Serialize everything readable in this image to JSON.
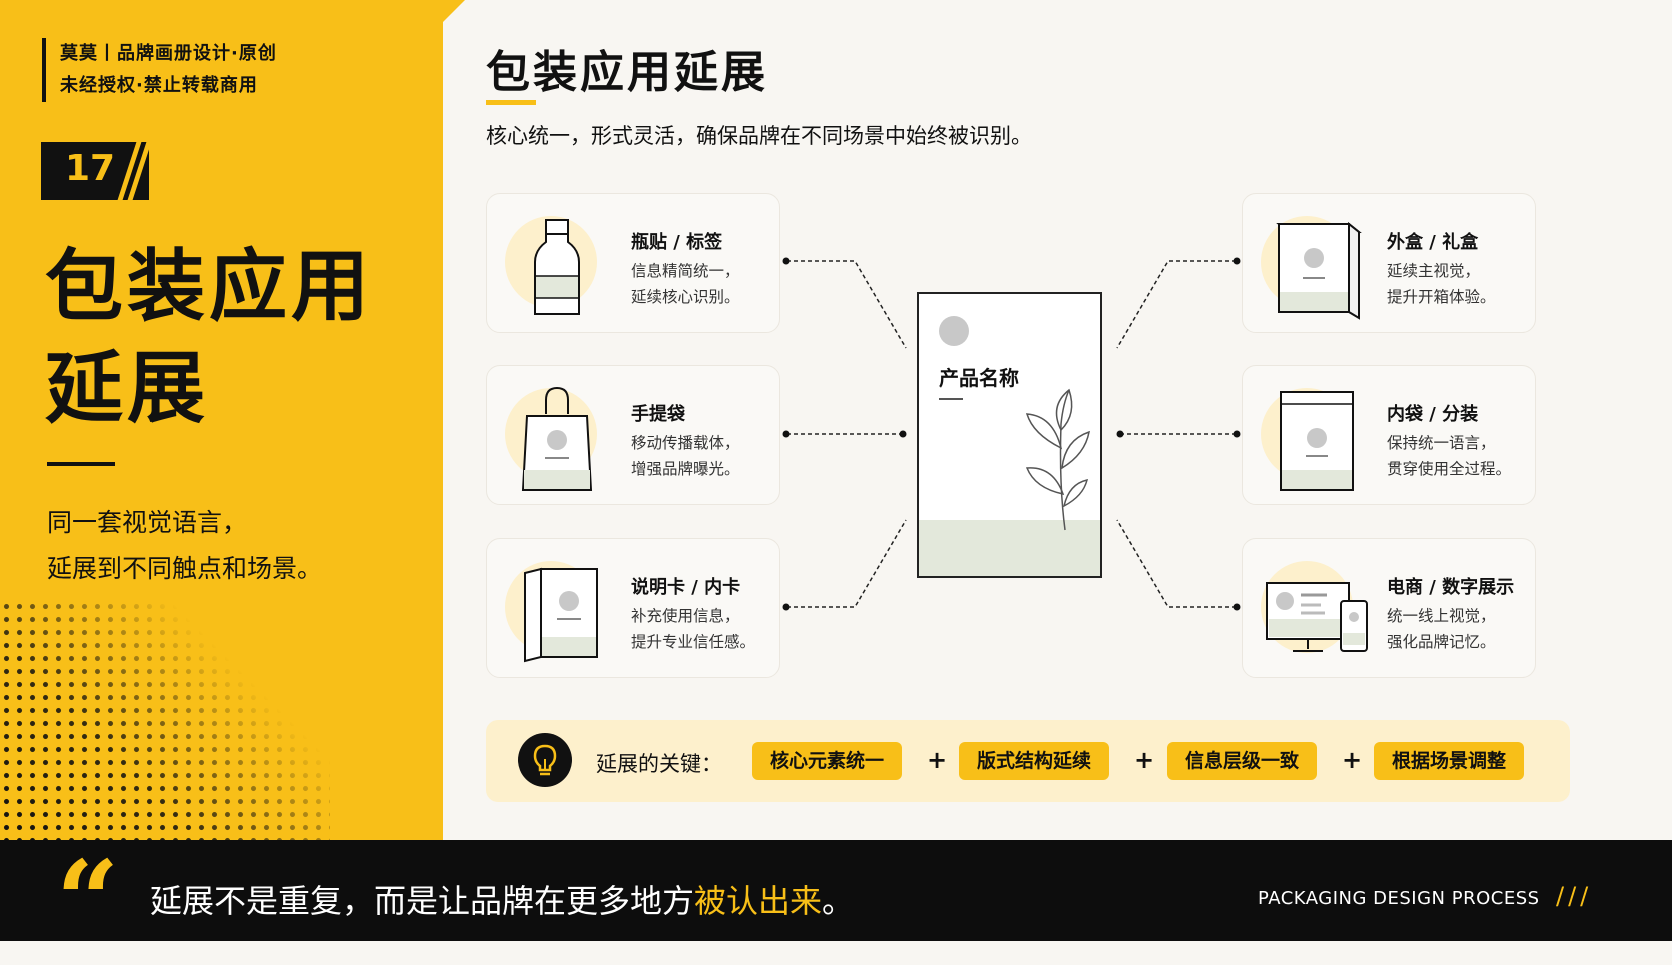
{
  "brand": {
    "line1": "莫莫丨品牌画册设计·原创",
    "line2": "未经授权·禁止转载商用"
  },
  "section_number": "17",
  "left": {
    "title_line1": "包装应用",
    "title_line2": "延展",
    "subtitle_line1": "同一套视觉语言，",
    "subtitle_line2": "延展到不同触点和场景。"
  },
  "main": {
    "title": "包装应用延展",
    "subtitle": "核心统一，形式灵活，确保品牌在不同场景中始终被识别。"
  },
  "center_product": {
    "name": "产品名称"
  },
  "cards_left": [
    {
      "title": "瓶贴 / 标签",
      "desc1": "信息精简统一，",
      "desc2": "延续核心识别。",
      "icon": "bottle-icon"
    },
    {
      "title": "手提袋",
      "desc1": "移动传播载体，",
      "desc2": "增强品牌曝光。",
      "icon": "shopping-bag-icon"
    },
    {
      "title": "说明卡 / 内卡",
      "desc1": "补充使用信息，",
      "desc2": "提升专业信任感。",
      "icon": "folded-card-icon"
    }
  ],
  "cards_right": [
    {
      "title": "外盒 / 礼盒",
      "desc1": "延续主视觉，",
      "desc2": "提升开箱体验。",
      "icon": "gift-box-icon"
    },
    {
      "title": "内袋 / 分装",
      "desc1": "保持统一语言，",
      "desc2": "贯穿使用全过程。",
      "icon": "pouch-icon"
    },
    {
      "title": "电商 / 数字展示",
      "desc1": "统一线上视觉，",
      "desc2": "强化品牌记忆。",
      "icon": "devices-icon"
    }
  ],
  "key": {
    "label": "延展的关键：",
    "items": [
      "核心元素统一",
      "版式结构延续",
      "信息层级一致",
      "根据场景调整"
    ],
    "plus": "+"
  },
  "footer": {
    "quote_mark": "“",
    "message_part1": "延展不是重复，而是让品牌在更多地方",
    "message_highlight": "被认出来",
    "message_end": "。",
    "english": "PACKAGING DESIGN PROCESS",
    "slashes": "///"
  },
  "colors": {
    "accent": "#f8bf18",
    "dark": "#111111",
    "background": "#f8f6f2",
    "pale_yellow": "#fdf0cc",
    "sage": "#e3e8db"
  }
}
